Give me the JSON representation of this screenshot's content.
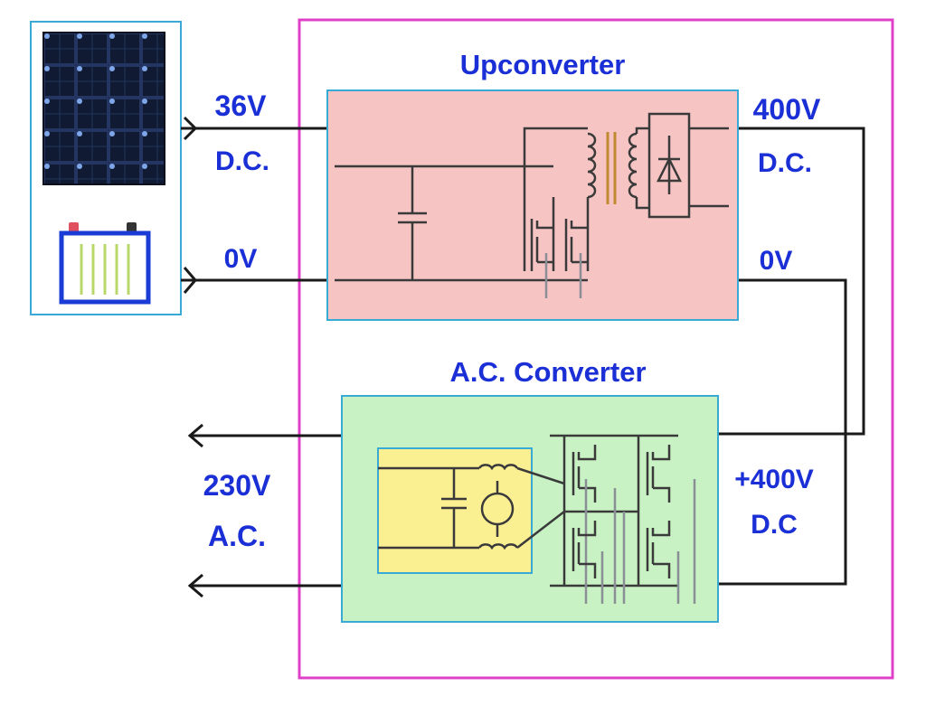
{
  "titles": {
    "upconverter": "Upconverter",
    "ac_converter": "A.C. Converter"
  },
  "labels": {
    "in_pos_voltage": "36V",
    "in_pos_type": "D.C.",
    "in_neg": "0V",
    "up_out_pos_voltage": "400V",
    "up_out_pos_type": "D.C.",
    "up_out_neg": "0V",
    "ac_out_voltage": "230V",
    "ac_out_type": "A.C.",
    "ac_in_voltage": "+400V",
    "ac_in_type": "D.C"
  },
  "colors": {
    "label_blue": "#1a2fd6",
    "enclosure_magenta": "#e040c8",
    "box_border_cyan": "#39a9d6",
    "upconverter_fill": "#f7c4c4",
    "ac_converter_fill": "#c8f2c4",
    "filter_fill": "#faf092",
    "wire": "#1a1a1a",
    "gate_wire": "#8a8f95",
    "solar_panel": "#101830",
    "battery_body": "#1a3bd6",
    "battery_cells": "#b8d86a",
    "battery_pos_terminal": "#e05060",
    "battery_neg_terminal": "#333333"
  },
  "icons": {
    "solar_panel": "solar-panel-icon",
    "battery": "battery-icon",
    "capacitor": "capacitor-icon",
    "transformer": "transformer-icon",
    "rectifier": "rectifier-diode-icon",
    "transistor": "mosfet-icon",
    "inductor": "inductor-icon",
    "ac_source": "ac-source-icon"
  }
}
